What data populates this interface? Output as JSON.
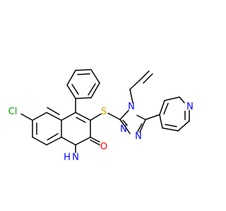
{
  "colors": {
    "bond": "#000000",
    "carbon": "#000000",
    "chlorine": "#00a000",
    "nitrogen": "#0000ff",
    "oxygen": "#ff0000",
    "sulfur": "#c8a000"
  },
  "labels": {
    "cl": "Cl",
    "s": "S",
    "n_triazole_4": "N",
    "n_triazole_2": "N",
    "n_triazole_1": "N",
    "n_pyridine": "N",
    "nh_n": "N",
    "nh_h": "H",
    "oxygen": "O"
  }
}
